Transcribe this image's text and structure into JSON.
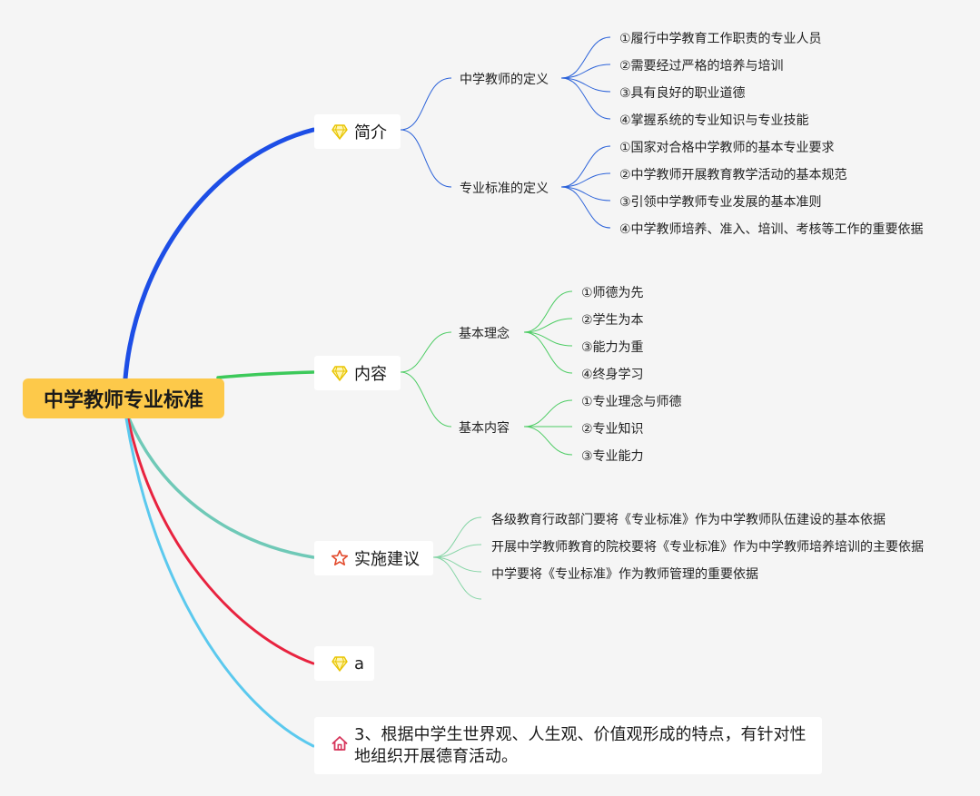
{
  "root": {
    "label": "中学教师专业标准"
  },
  "colors": {
    "root_bg": "#fdc94a",
    "jianjie": "#1d4ee6",
    "neirong": "#3cc95a",
    "shishi": "#6fc9b7",
    "a": "#e8233f",
    "note": "#5bc9ee",
    "jianjie_thin": "#2b62d9",
    "neirong_thin": "#4ccc63",
    "shishi_thin": "#86d5a6",
    "diamond": "#f5d400"
  },
  "branches": {
    "jianjie": {
      "label": "简介",
      "icon": "diamond-icon",
      "subs": [
        {
          "label": "中学教师的定义",
          "leaves": [
            "①履行中学教育工作职责的专业人员",
            "②需要经过严格的培养与培训",
            "③具有良好的职业道德",
            "④掌握系统的专业知识与专业技能"
          ]
        },
        {
          "label": "专业标准的定义",
          "leaves": [
            "①国家对合格中学教师的基本专业要求",
            "②中学教师开展教育教学活动的基本规范",
            "③引领中学教师专业发展的基本准则",
            "④中学教师培养、准入、培训、考核等工作的重要依据"
          ]
        }
      ]
    },
    "neirong": {
      "label": "内容",
      "icon": "diamond-icon",
      "subs": [
        {
          "label": "基本理念",
          "leaves": [
            "①师德为先",
            "②学生为本",
            "③能力为重",
            "④终身学习"
          ]
        },
        {
          "label": "基本内容",
          "leaves": [
            "①专业理念与师德",
            "②专业知识",
            "③专业能力"
          ]
        }
      ]
    },
    "shishi": {
      "label": "实施建议",
      "icon": "star-icon",
      "leaves": [
        "各级教育行政部门要将《专业标准》作为中学教师队伍建设的基本依据",
        "开展中学教师教育的院校要将《专业标准》作为中学教师培养培训的主要依据",
        "中学要将《专业标准》作为教师管理的重要依据"
      ]
    },
    "a": {
      "label": "a",
      "icon": "diamond-icon"
    },
    "note": {
      "icon": "house-icon",
      "line1": "3、根据中学生世界观、人生观、价值观形成的特点，有针对性",
      "line2": "地组织开展德育活动。"
    }
  }
}
